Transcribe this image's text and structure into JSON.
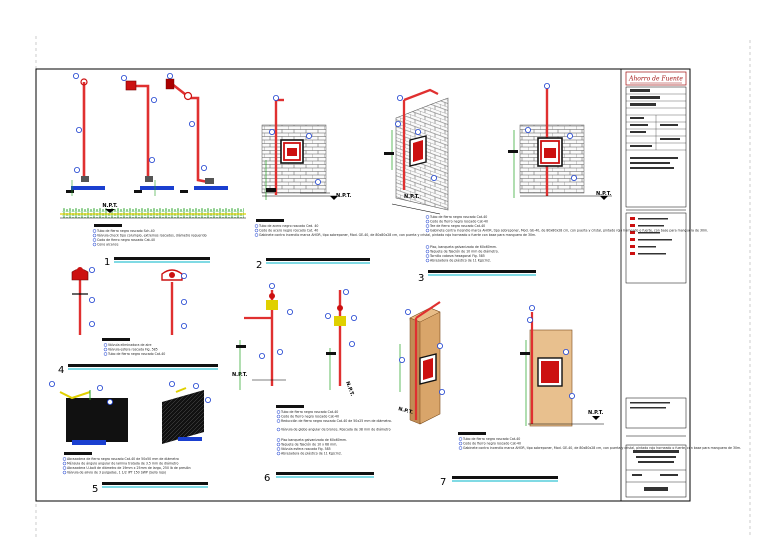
{
  "title_block": {
    "logo_text": "Ahorro de Fuente"
  },
  "level_label": "N.P.T.",
  "details": [
    {
      "number": "1",
      "notes": [
        "Tubo de fierro negro roscado Sch-40",
        "Válvula check tipo columpio, extremos roscados, diámetro requerido",
        "Codo de fierro negro roscado Cat-40",
        "Cono alcance"
      ]
    },
    {
      "number": "2",
      "notes": [
        "Tubo de acero negro roscado Ced. 40",
        "Codo de acero negro roscado Cat. 40",
        "Gabinete contra incendio marca AHOR, tipo sobreponer, Mod. GE-40, de 80x80x28 cm, con puerta y cristal, pintado rojo horneado o fuerte con base para manguera de 30m."
      ]
    },
    {
      "number": "3",
      "notes": [
        "Tubo de fierro negro roscado Cat-40",
        "Codo de fierro negro roscado Cat-40",
        "Tee de fierro negro roscado Cat-40",
        "Gabinete contra incendio marca AHOR, tipo sobreponer, Mod. GE-40, de 80x80x28 cm, con puerta y cristal, pintado rojo horneado o fuerte, con base para manguera de 30m.",
        "Piso, banqueta galvanizado de 60x60mm.",
        "Taquete de fijación de 10 mm de diámetro.",
        "Tornillo cabeza hexagonal Fig. 585",
        "Abrazadera de plástico de 11 Kg/cm2."
      ]
    },
    {
      "number": "4",
      "notes": [
        "Válvula eliminadora de aire",
        "Válvula esfera roscada Fig. 585",
        "Tubo de fierro negro roscado Cat-40"
      ]
    },
    {
      "number": "5",
      "notes": [
        "Abrazadera de fierro negro roscado Cat-40 de 50x50 mm de diámetro",
        "Ménsula de ángulo angular de lamina tratada de 3.5 mm de diámetro",
        "Abrazadera U-bolt de diámetro de 19mm x 25mm de largo, 250 lb de presión",
        "Válvula de alivio de 3 pulgadas, 1 1/2 IPT 150 SWP (Sello rojo)"
      ]
    },
    {
      "number": "6",
      "notes": [
        "Tubo de fierro negro roscado Cat-40",
        "Codo de fierro negro roscado Cat-40",
        "Reducción de fierro negro roscado Cat-40 de 50x25 mm de diámetro.",
        "Válvula de globo angular de bronce. Roscada de 38 mm de diámetro",
        "Piso banqueta galvanizado de 60x60mm.",
        "Taquete de fijación de 10 x 68 mm.",
        "Válvula esfera roscada Fig. 585",
        "Abrazadera de plástico de 11 Kg/cm2."
      ]
    },
    {
      "number": "7",
      "notes": [
        "Tubo de fierro negro roscado Cat-40",
        "Codo de fierro negro roscado Cat-40",
        "Gabinete contra incendio marca AHOR, tipo sobreponer, Mod. GE-40, de 80x80x28 cm, con puerta y cristal, pintado rojo horneado o fuerte, con base para manguera de 30m."
      ]
    }
  ],
  "colors": {
    "pipe": "#e03030",
    "hydrant_red": "#cc1010",
    "callout_blue": "#1a3fd0",
    "dim_green": "#20a020",
    "cyan": "#00b4c8",
    "yellow": "#e0d000",
    "wall_tan": "#d9a56a",
    "frame": "#000000"
  }
}
